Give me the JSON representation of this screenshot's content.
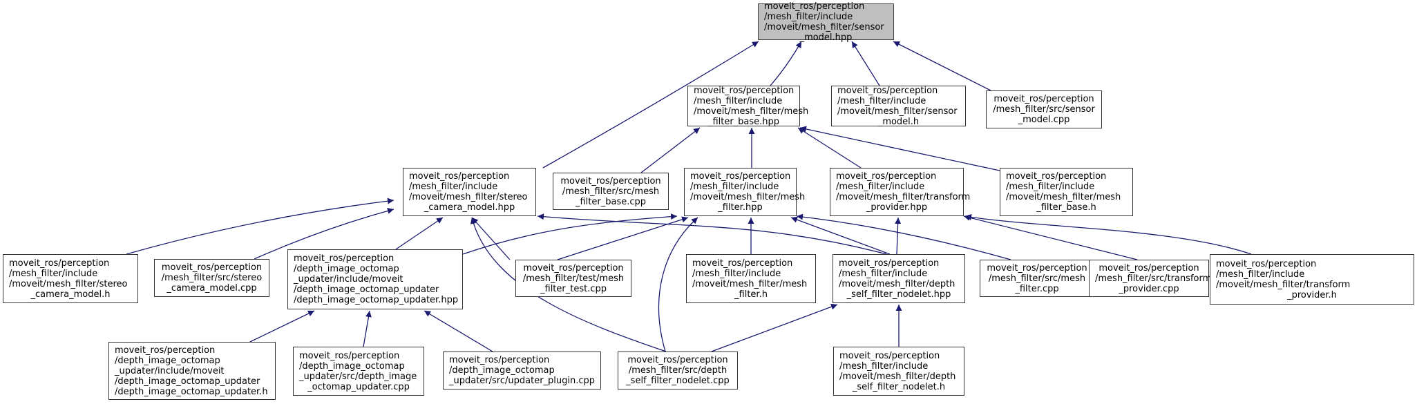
{
  "diagram": {
    "type": "include-dependency-graph",
    "edge_color": "#191970",
    "root_fill": "#bfbfbf",
    "nodes": [
      {
        "id": "n0",
        "name": "root-sensor-model-hpp",
        "root": true,
        "lines": [
          "moveit_ros/perception",
          "/mesh_filter/include",
          "/moveit/mesh_filter/sensor",
          "_model.hpp"
        ]
      },
      {
        "id": "n1",
        "name": "mesh-filter-base-hpp",
        "lines": [
          "moveit_ros/perception",
          "/mesh_filter/include",
          "/moveit/mesh_filter/mesh",
          "_filter_base.hpp"
        ]
      },
      {
        "id": "n2",
        "name": "sensor-model-h",
        "lines": [
          "moveit_ros/perception",
          "/mesh_filter/include",
          "/moveit/mesh_filter/sensor",
          "_model.h"
        ]
      },
      {
        "id": "n3",
        "name": "sensor-model-cpp",
        "lines": [
          "moveit_ros/perception",
          "/mesh_filter/src/sensor",
          "_model.cpp"
        ]
      },
      {
        "id": "n4",
        "name": "stereo-camera-model-hpp",
        "lines": [
          "moveit_ros/perception",
          "/mesh_filter/include",
          "/moveit/mesh_filter/stereo",
          "_camera_model.hpp"
        ]
      },
      {
        "id": "n5",
        "name": "mesh-filter-base-cpp",
        "lines": [
          "moveit_ros/perception",
          "/mesh_filter/src/mesh",
          "_filter_base.cpp"
        ]
      },
      {
        "id": "n6",
        "name": "mesh-filter-hpp",
        "lines": [
          "moveit_ros/perception",
          "/mesh_filter/include",
          "/moveit/mesh_filter/mesh",
          "_filter.hpp"
        ]
      },
      {
        "id": "n7",
        "name": "transform-provider-hpp",
        "lines": [
          "moveit_ros/perception",
          "/mesh_filter/include",
          "/moveit/mesh_filter/transform",
          "_provider.hpp"
        ]
      },
      {
        "id": "n8",
        "name": "mesh-filter-base-h",
        "lines": [
          "moveit_ros/perception",
          "/mesh_filter/include",
          "/moveit/mesh_filter/mesh",
          "_filter_base.h"
        ]
      },
      {
        "id": "n9",
        "name": "stereo-camera-model-h",
        "lines": [
          "moveit_ros/perception",
          "/mesh_filter/include",
          "/moveit/mesh_filter/stereo",
          "_camera_model.h"
        ]
      },
      {
        "id": "n10",
        "name": "stereo-camera-model-cpp",
        "lines": [
          "moveit_ros/perception",
          "/mesh_filter/src/stereo",
          "_camera_model.cpp"
        ]
      },
      {
        "id": "n11",
        "name": "depth-image-octomap-updater-hpp",
        "lines": [
          "moveit_ros/perception",
          "/depth_image_octomap",
          "_updater/include/moveit",
          "/depth_image_octomap_updater",
          "/depth_image_octomap_updater.hpp"
        ]
      },
      {
        "id": "n12",
        "name": "mesh-filter-test-cpp",
        "lines": [
          "moveit_ros/perception",
          "/mesh_filter/test/mesh",
          "_filter_test.cpp"
        ]
      },
      {
        "id": "n13",
        "name": "mesh-filter-h",
        "lines": [
          "moveit_ros/perception",
          "/mesh_filter/include",
          "/moveit/mesh_filter/mesh",
          "_filter.h"
        ]
      },
      {
        "id": "n14",
        "name": "depth-self-filter-nodelet-hpp",
        "lines": [
          "moveit_ros/perception",
          "/mesh_filter/include",
          "/moveit/mesh_filter/depth",
          "_self_filter_nodelet.hpp"
        ]
      },
      {
        "id": "n15",
        "name": "mesh-filter-cpp",
        "lines": [
          "moveit_ros/perception",
          "/mesh_filter/src/mesh",
          "_filter.cpp"
        ]
      },
      {
        "id": "n16",
        "name": "transform-provider-cpp",
        "lines": [
          "moveit_ros/perception",
          "/mesh_filter/src/transform",
          "_provider.cpp"
        ]
      },
      {
        "id": "n17",
        "name": "transform-provider-h",
        "lines": [
          "moveit_ros/perception",
          "/mesh_filter/include",
          "/moveit/mesh_filter/transform",
          "_provider.h"
        ]
      },
      {
        "id": "n18",
        "name": "depth-image-octomap-updater-h",
        "lines": [
          "moveit_ros/perception",
          "/depth_image_octomap",
          "_updater/include/moveit",
          "/depth_image_octomap_updater",
          "/depth_image_octomap_updater.h"
        ]
      },
      {
        "id": "n19",
        "name": "depth-image-octomap-updater-cpp",
        "lines": [
          "moveit_ros/perception",
          "/depth_image_octomap",
          "_updater/src/depth_image",
          "_octomap_updater.cpp"
        ]
      },
      {
        "id": "n20",
        "name": "updater-plugin-cpp",
        "lines": [
          "moveit_ros/perception",
          "/depth_image_octomap",
          "_updater/src/updater_plugin.cpp"
        ]
      },
      {
        "id": "n21",
        "name": "depth-self-filter-nodelet-cpp",
        "lines": [
          "moveit_ros/perception",
          "/mesh_filter/src/depth",
          "_self_filter_nodelet.cpp"
        ]
      },
      {
        "id": "n22",
        "name": "depth-self-filter-nodelet-h",
        "lines": [
          "moveit_ros/perception",
          "/mesh_filter/include",
          "/moveit/mesh_filter/depth",
          "_self_filter_nodelet.h"
        ]
      }
    ],
    "edges": [
      {
        "from": "n4",
        "to": "n0"
      },
      {
        "from": "n1",
        "to": "n0"
      },
      {
        "from": "n2",
        "to": "n0"
      },
      {
        "from": "n3",
        "to": "n0"
      },
      {
        "from": "n5",
        "to": "n1"
      },
      {
        "from": "n6",
        "to": "n1"
      },
      {
        "from": "n7",
        "to": "n1"
      },
      {
        "from": "n8",
        "to": "n1"
      },
      {
        "from": "n9",
        "to": "n4"
      },
      {
        "from": "n10",
        "to": "n4"
      },
      {
        "from": "n11",
        "to": "n4"
      },
      {
        "from": "n12",
        "to": "n4"
      },
      {
        "from": "n21",
        "to": "n4"
      },
      {
        "from": "n14",
        "to": "n4"
      },
      {
        "from": "n11",
        "to": "n6"
      },
      {
        "from": "n12",
        "to": "n6"
      },
      {
        "from": "n21",
        "to": "n6"
      },
      {
        "from": "n13",
        "to": "n6"
      },
      {
        "from": "n14",
        "to": "n6"
      },
      {
        "from": "n15",
        "to": "n6"
      },
      {
        "from": "n14",
        "to": "n7"
      },
      {
        "from": "n16",
        "to": "n7"
      },
      {
        "from": "n17",
        "to": "n7"
      },
      {
        "from": "n18",
        "to": "n11"
      },
      {
        "from": "n19",
        "to": "n11"
      },
      {
        "from": "n20",
        "to": "n11"
      },
      {
        "from": "n21",
        "to": "n14"
      },
      {
        "from": "n22",
        "to": "n14"
      }
    ]
  }
}
